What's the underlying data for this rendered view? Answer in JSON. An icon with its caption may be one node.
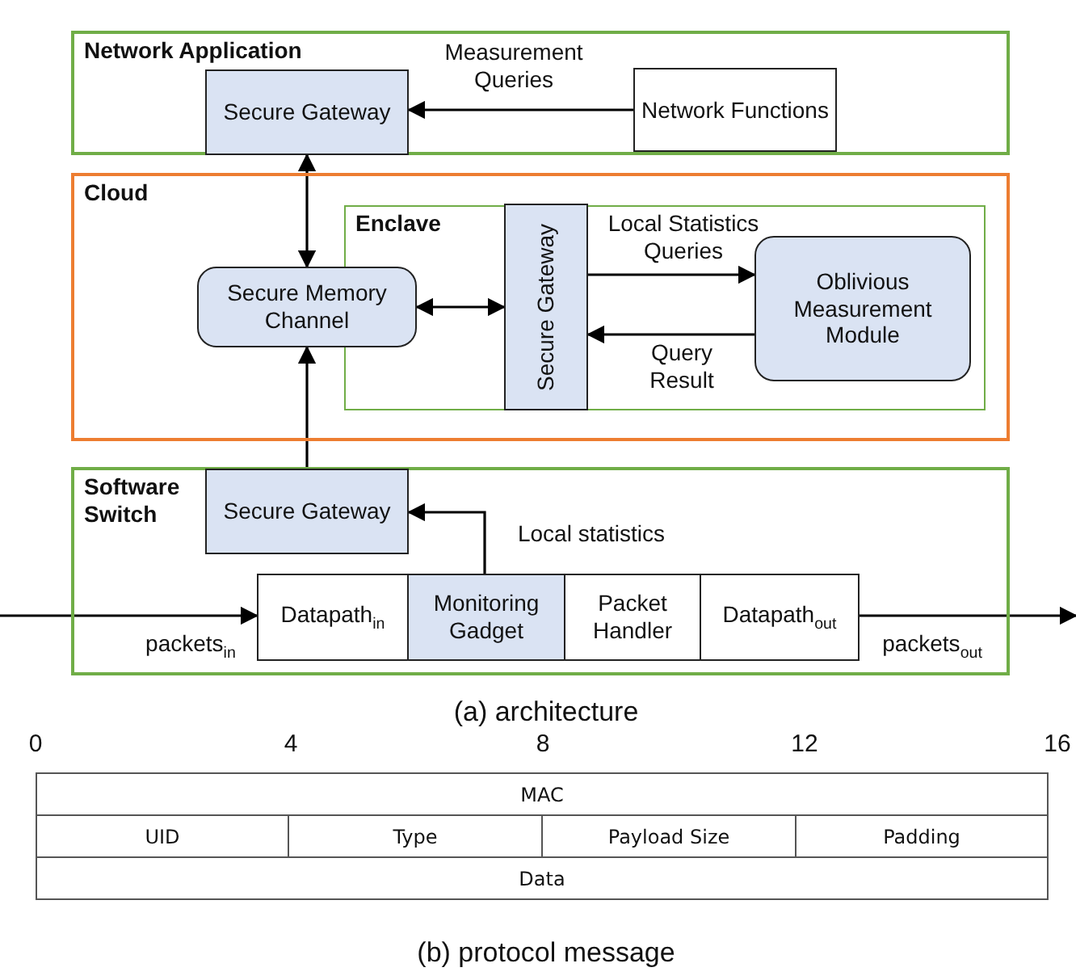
{
  "diagram": {
    "nodes": [
      {
        "text": [
          "Network Application"
        ]
      },
      {
        "text": [
          "Secure Gateway"
        ],
        "in": 0
      },
      {
        "text": [
          "Network Functions"
        ],
        "in": 0
      },
      {
        "text": [
          "Cloud"
        ]
      },
      {
        "text": [
          "Enclave"
        ],
        "in": 3
      },
      {
        "text": [
          "Secure Memory Channel"
        ],
        "in": 3
      },
      {
        "text": [
          "Secure Gateway"
        ],
        "in": 4
      },
      {
        "text": [
          "Oblivious Measurement Module"
        ],
        "in": 4
      },
      {
        "text": [
          "Software Switch"
        ]
      },
      {
        "text": [
          "Secure Gateway"
        ],
        "in": 8
      },
      {
        "text": [
          "Datapath$_{in}$"
        ],
        "in": 8
      },
      {
        "text": [
          "Monitoring Gadget"
        ],
        "in": 8
      },
      {
        "text": [
          "Packet Handler"
        ],
        "in": 8
      },
      {
        "text": [
          "Datapath$_{out}$"
        ],
        "in": 8
      }
    ],
    "edges": [
      {
        "from": 2,
        "to": 1,
        "arrow": "to",
        "label": "Measurement Queries"
      },
      {
        "from": 1,
        "to": 5,
        "arrow": "both"
      },
      {
        "from": 5,
        "to": 6,
        "arrow": "both"
      },
      {
        "from": 6,
        "to": 7,
        "arrow": "to",
        "label": "Local Statistics Queries"
      },
      {
        "from": 7,
        "to": 6,
        "arrow": "to",
        "label": "Query Result"
      },
      {
        "from": 9,
        "to": 5,
        "arrow": "to"
      },
      {
        "from": 11,
        "to": 9,
        "arrow": "to",
        "label": "Local statistics"
      },
      {
        "from": null,
        "to": 10,
        "arrow": "to",
        "label": "packets$_{in}$"
      },
      {
        "from": 13,
        "to": null,
        "arrow": "to",
        "label": "packets$_{out}$"
      }
    ],
    "labels": [
      "(a) architecture",
      "0",
      "4",
      "8",
      "12",
      "16",
      "MAC",
      "UID",
      "Type",
      "Payload Size",
      "Padding",
      "Data",
      "(b) protocol message"
    ]
  }
}
